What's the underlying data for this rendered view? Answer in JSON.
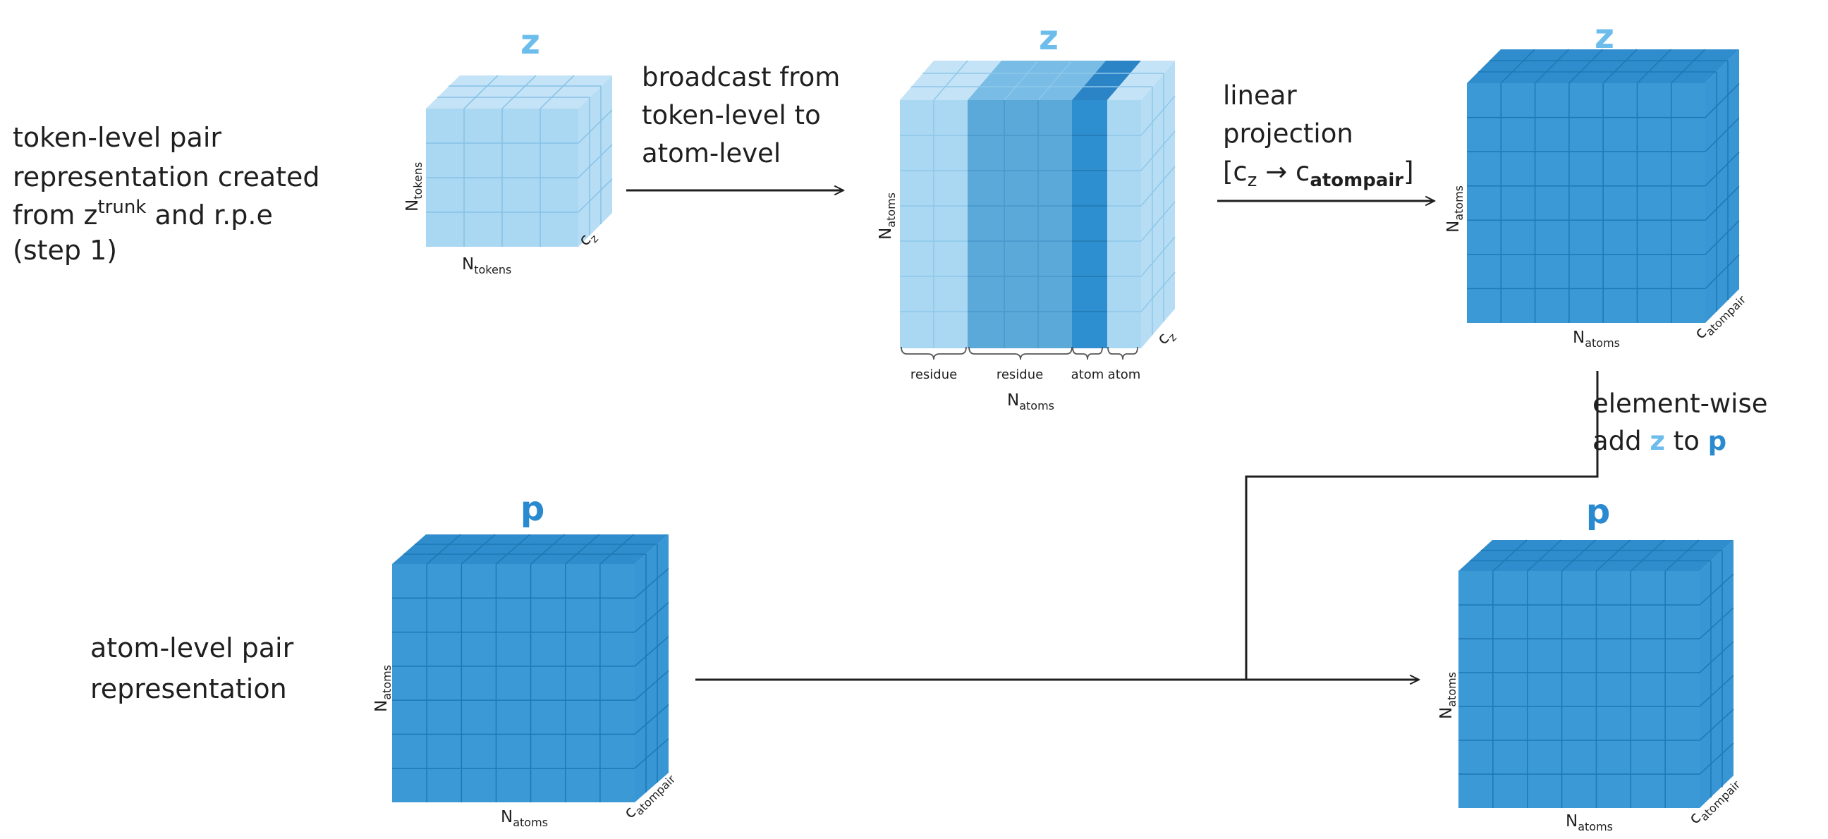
{
  "colors": {
    "light": "#aad7f2",
    "light_top": "#c4e3f6",
    "light_side": "#b7ddf4",
    "mid": "#5aa9d9",
    "mid_top": "#79bce5",
    "dark": "#2e8fd0",
    "dark_top": "#2a84c6",
    "block": "#3b9ad6",
    "block_top": "#2f8ccd",
    "block_side": "#3896d4",
    "grid": "#1e78b4",
    "z_label": "#6cbcec",
    "p_label": "#2a8ad0",
    "line": "#1f1f1f"
  },
  "captions": {
    "token_pair": [
      "token-level pair",
      "representation created",
      "from z",
      "trunk",
      " and r.p.e",
      "(step 1)"
    ],
    "atom_pair": [
      "atom-level pair",
      "representation"
    ],
    "broadcast": [
      "broadcast from",
      "token-level to",
      "atom-level"
    ],
    "linear": [
      "linear",
      "projection",
      "[c",
      "z",
      " → c",
      "atompair",
      "]"
    ],
    "elementwise": [
      "element-wise",
      "add ",
      "z",
      " to ",
      "p"
    ]
  },
  "cubes": {
    "token_z": {
      "title": "z",
      "left_main": "N",
      "left_sub": "tokens",
      "bottom_main": "N",
      "bottom_sub": "tokens",
      "depth_main": "c",
      "depth_sub": "z"
    },
    "broadcast_z": {
      "title": "z",
      "left_main": "N",
      "left_sub": "atoms",
      "bottom_main": "N",
      "bottom_sub": "atoms",
      "depth_main": "c",
      "depth_sub": "z",
      "bracket_labels": [
        "residue",
        "residue",
        "atom",
        "atom"
      ]
    },
    "projected_z": {
      "title": "z",
      "left_main": "N",
      "left_sub": "atoms",
      "bottom_main": "N",
      "bottom_sub": "atoms",
      "depth_main": "c",
      "depth_sub": "atompair"
    },
    "atom_p": {
      "title": "p",
      "left_main": "N",
      "left_sub": "atoms",
      "bottom_main": "N",
      "bottom_sub": "atoms",
      "depth_main": "c",
      "depth_sub": "atompair"
    },
    "result_p": {
      "title": "p",
      "left_main": "N",
      "left_sub": "atoms",
      "bottom_main": "N",
      "bottom_sub": "atoms",
      "depth_main": "c",
      "depth_sub": "atompair"
    }
  }
}
